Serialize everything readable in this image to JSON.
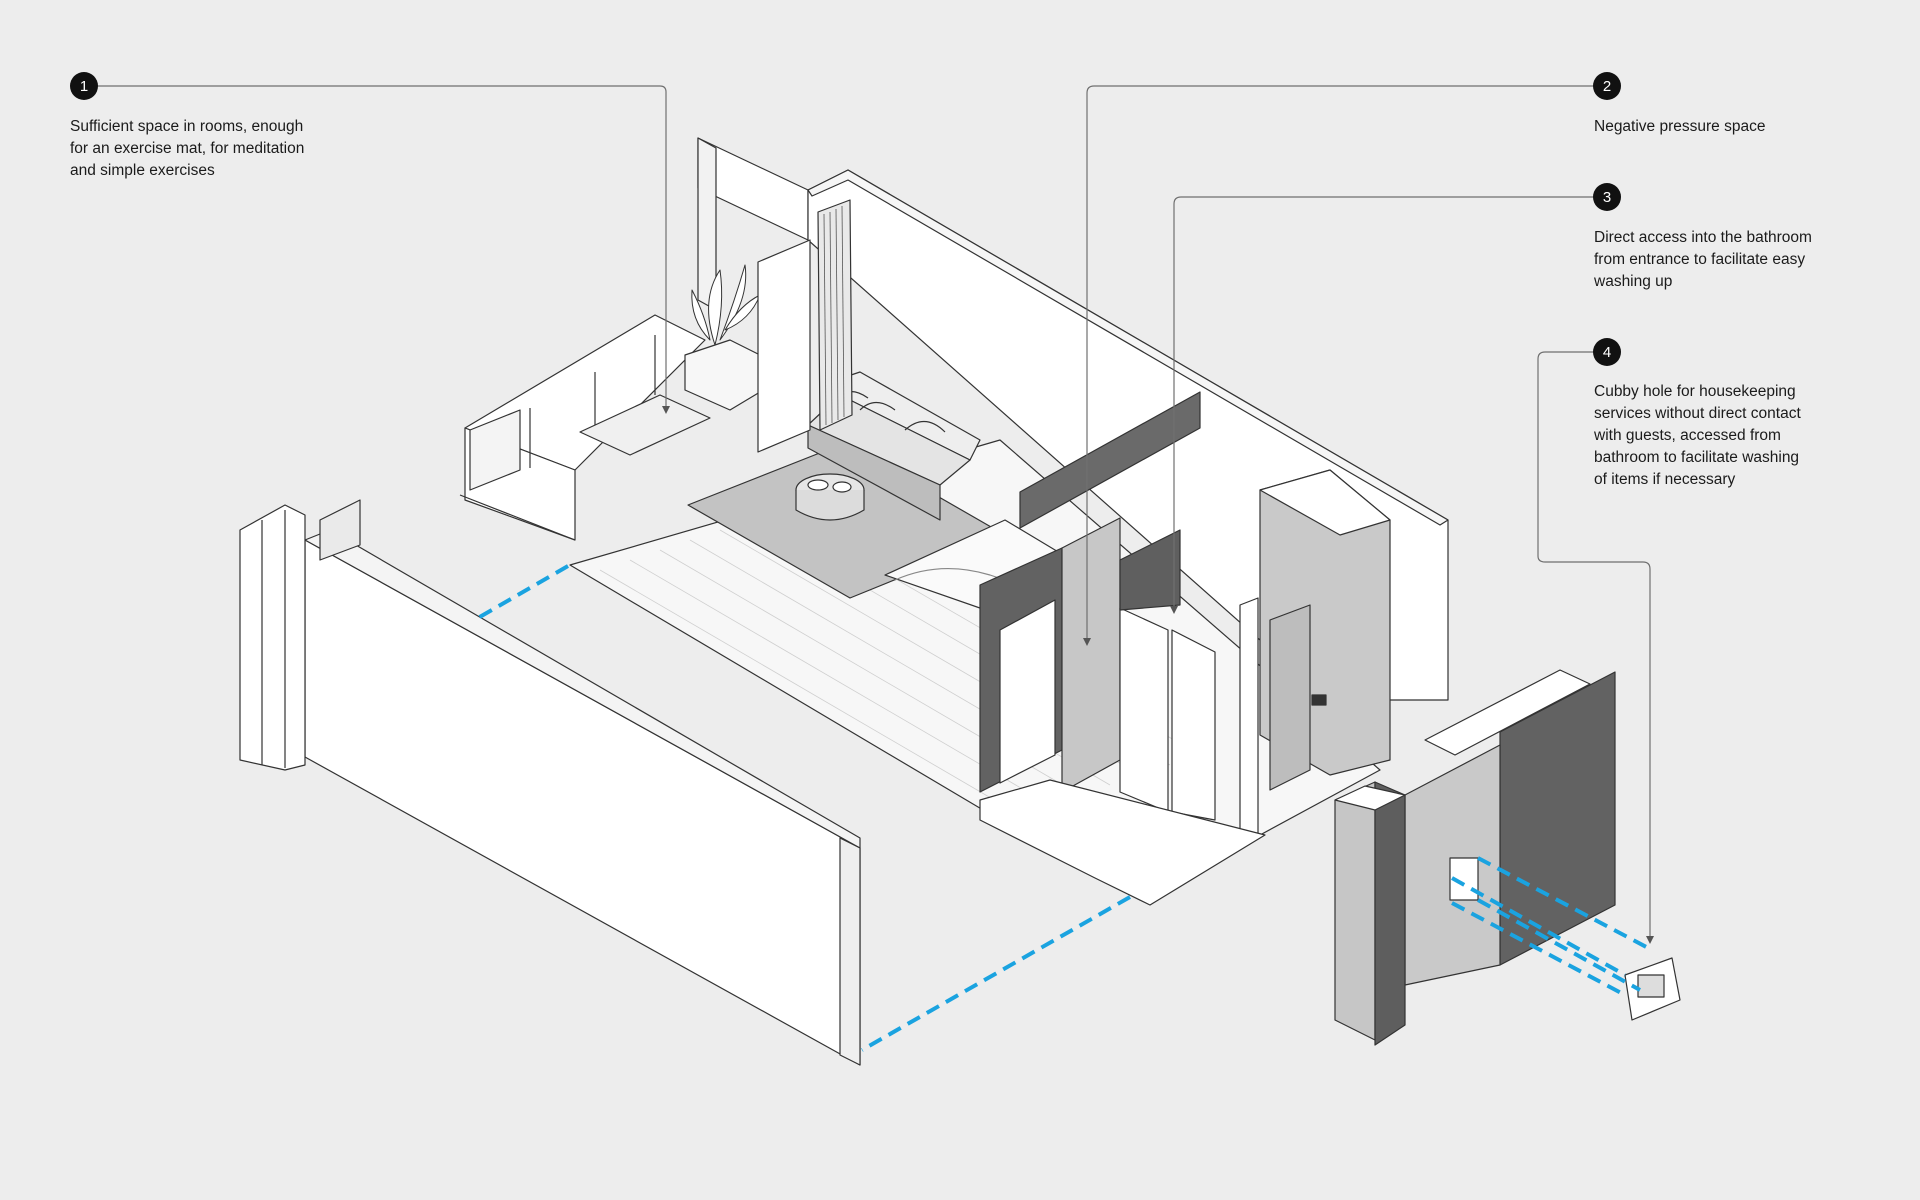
{
  "annotations": [
    {
      "number": "1",
      "text": "Sufficient space in rooms, enough\n for an exercise mat, for meditation\nand simple exercises"
    },
    {
      "number": "2",
      "text": "Negative pressure space"
    },
    {
      "number": "3",
      "text": "Direct access into the bathroom\nfrom entrance to facilitate easy\nwashing up"
    },
    {
      "number": "4",
      "text": "Cubby hole for housekeeping\nservices without direct contact\nwith guests, accessed from\nbathroom to facilitate washing\nof items if necessary"
    }
  ],
  "colors": {
    "background": "#ededed",
    "badge": "#111111",
    "leader_line": "#707070",
    "dashed_guides": "#1aa3e0",
    "dark_wall": "#666666",
    "light_wall": "#c9c9c9",
    "white_surface": "#ffffff"
  }
}
